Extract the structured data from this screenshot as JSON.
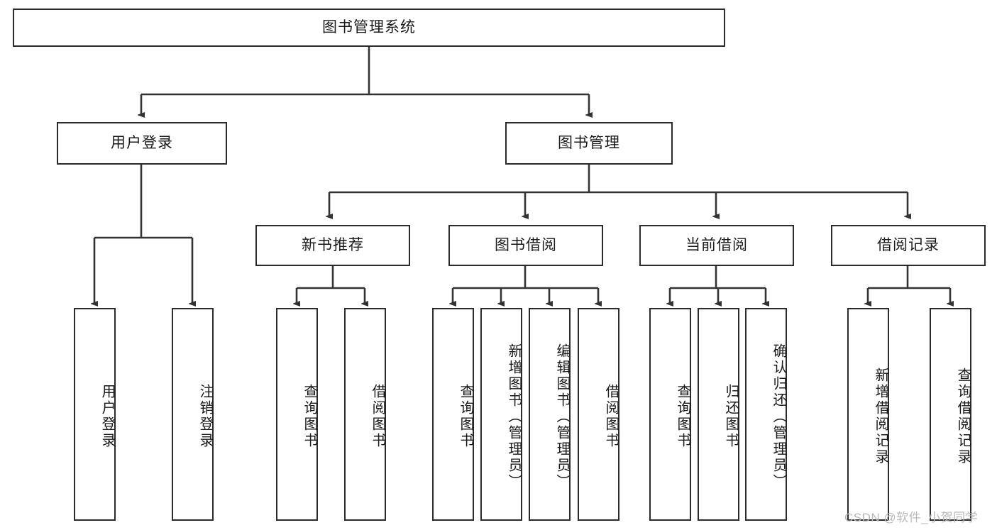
{
  "diagram": {
    "title": "图书管理系统",
    "type": "tree-hierarchy-diagram",
    "colors": {
      "box_border": "#2b2b2b",
      "box_fill": "#ffffff",
      "link": "#333333",
      "text": "#1a1a1a",
      "watermark": "#b9b9b9",
      "background": "#ffffff"
    },
    "nodes": {
      "root": {
        "label": "图书管理系统"
      },
      "level2": [
        {
          "label": "用户登录"
        },
        {
          "label": "图书管理"
        }
      ],
      "level3": [
        {
          "label": "新书推荐"
        },
        {
          "label": "图书借阅"
        },
        {
          "label": "当前借阅"
        },
        {
          "label": "借阅记录"
        }
      ],
      "leaves": {
        "user_login": [
          {
            "label": "用户登录"
          },
          {
            "label": "注销登录"
          }
        ],
        "new_book_recommend": [
          {
            "label": "查询图书"
          },
          {
            "label": "借阅图书"
          }
        ],
        "book_borrow": [
          {
            "label": "查询图书"
          },
          {
            "label": "新增图书（管理员）"
          },
          {
            "label": "编辑图书（管理员）"
          },
          {
            "label": "借阅图书"
          }
        ],
        "current_borrow": [
          {
            "label": "查询图书"
          },
          {
            "label": "归还图书"
          },
          {
            "label": "确认归还（管理员）"
          }
        ],
        "borrow_record": [
          {
            "label": "新增借阅记录"
          },
          {
            "label": "查询借阅记录"
          }
        ]
      }
    },
    "watermark": "CSDN @软件_小贺同学"
  }
}
